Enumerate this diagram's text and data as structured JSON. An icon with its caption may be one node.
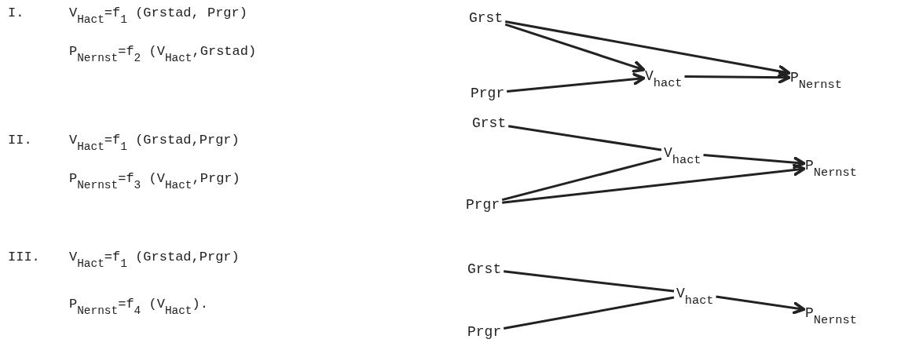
{
  "diagram": {
    "nodes": [
      {
        "text": [
          "Grst"
        ]
      },
      {
        "text": [
          "Prgr"
        ]
      },
      {
        "text": [
          "V$_{hact}$"
        ]
      },
      {
        "text": [
          "P$_{Nernst}$"
        ]
      },
      {
        "text": [
          "Grst"
        ]
      },
      {
        "text": [
          "Prgr"
        ]
      },
      {
        "text": [
          "V$_{hact}$"
        ]
      },
      {
        "text": [
          "P$_{Nernst}$"
        ]
      },
      {
        "text": [
          "Grst"
        ]
      },
      {
        "text": [
          "Prgr"
        ]
      },
      {
        "text": [
          "V$_{hact}$"
        ]
      },
      {
        "text": [
          "P$_{Nernst}$"
        ]
      }
    ],
    "edges": [
      {
        "from": 0,
        "to": 2,
        "arrow": "to"
      },
      {
        "from": 0,
        "to": 3,
        "arrow": "to"
      },
      {
        "from": 1,
        "to": 2,
        "arrow": "to"
      },
      {
        "from": 2,
        "to": 3,
        "arrow": "to"
      },
      {
        "from": 4,
        "to": 6,
        "arrow": "none"
      },
      {
        "from": 5,
        "to": 6,
        "arrow": "none"
      },
      {
        "from": 6,
        "to": 7,
        "arrow": "to"
      },
      {
        "from": 5,
        "to": 7,
        "arrow": "to"
      },
      {
        "from": 8,
        "to": 10,
        "arrow": "none"
      },
      {
        "from": 9,
        "to": 10,
        "arrow": "none"
      },
      {
        "from": 10,
        "to": 11,
        "arrow": "to"
      }
    ],
    "labels": [
      "I.",
      "V$_{Hact}$=f$_{1}$ (Grstad, Prgr)",
      "P$_{Nernst}$=f$_{2}$ (V$_{Hact}$,Grstad)",
      "II.",
      "V$_{Hact}$=f$_{1}$ (Grstad,Prgr)",
      "P$_{Nernst}$=f$_{3}$ (V$_{Hact}$,Prgr)",
      "III.",
      "V$_{Hact}$=f$_{1}$ (Grstad,Prgr)",
      "P$_{Nernst}$=f$_{4}$ (V$_{Hact}$)."
    ]
  }
}
